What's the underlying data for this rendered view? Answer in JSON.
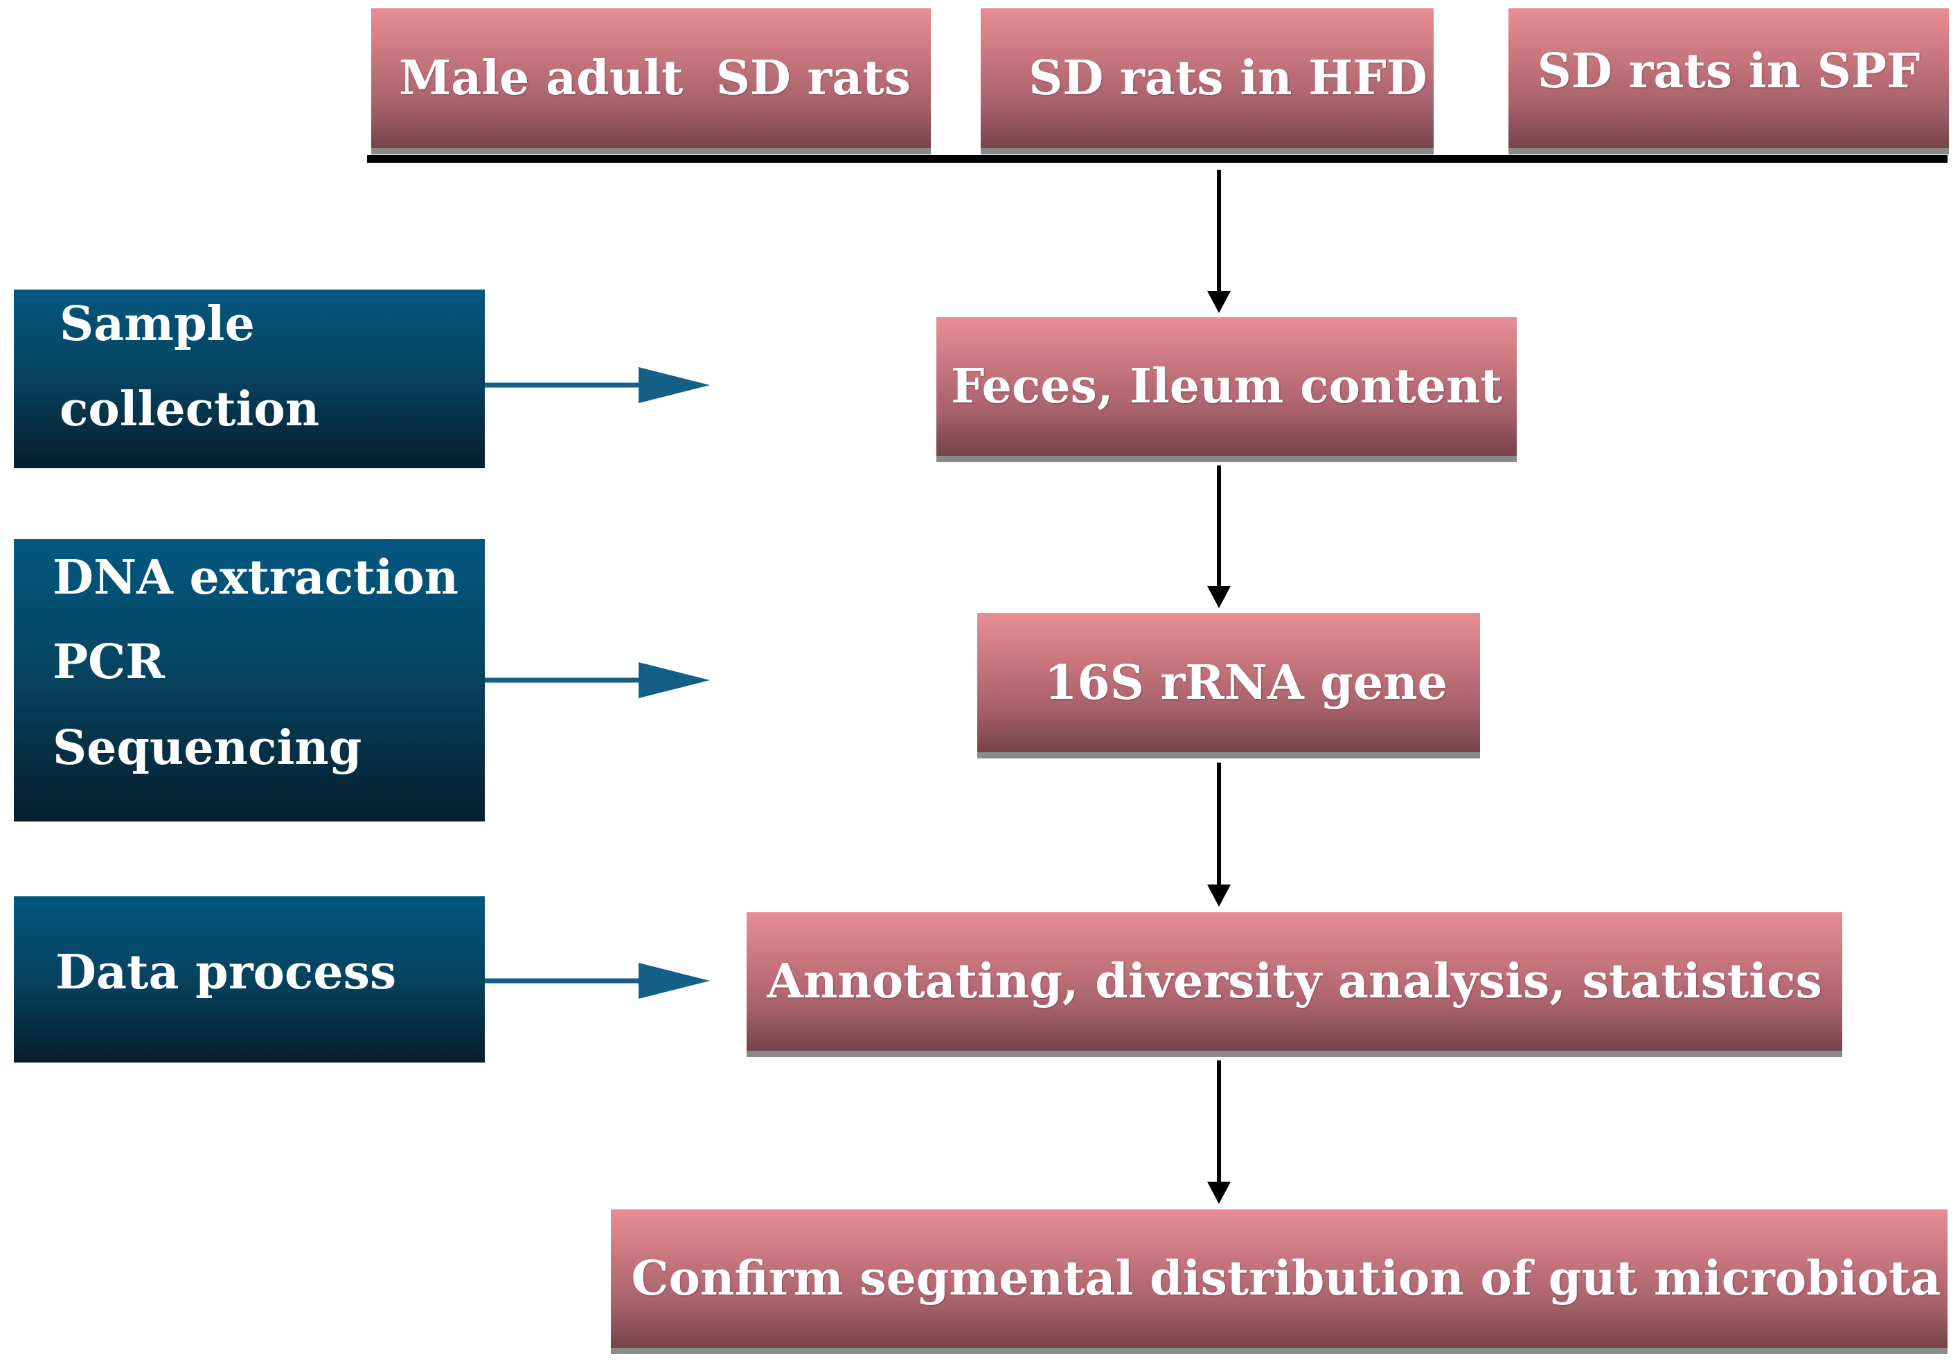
{
  "top_row": {
    "box1": "Male adult  SD rats",
    "box2": "SD rats in HFD",
    "box3": "SD rats in SPF"
  },
  "steps": {
    "step1": "Feces, Ileum content",
    "step2": "16S rRNA gene",
    "step3": "Annotating, diversity analysis, statistics",
    "step4": "Confirm segmental distribution of gut microbiota"
  },
  "side_labels": {
    "sample_collection": [
      "Sample",
      "collection"
    ],
    "sequencing": [
      "DNA extraction",
      "PCR",
      "Sequencing"
    ],
    "data_process": [
      "Data process"
    ]
  },
  "colors": {
    "pink_box": "#c8767e",
    "blue_box": "#06425f",
    "blue_arrow": "#135f86",
    "black_line": "#000000"
  }
}
